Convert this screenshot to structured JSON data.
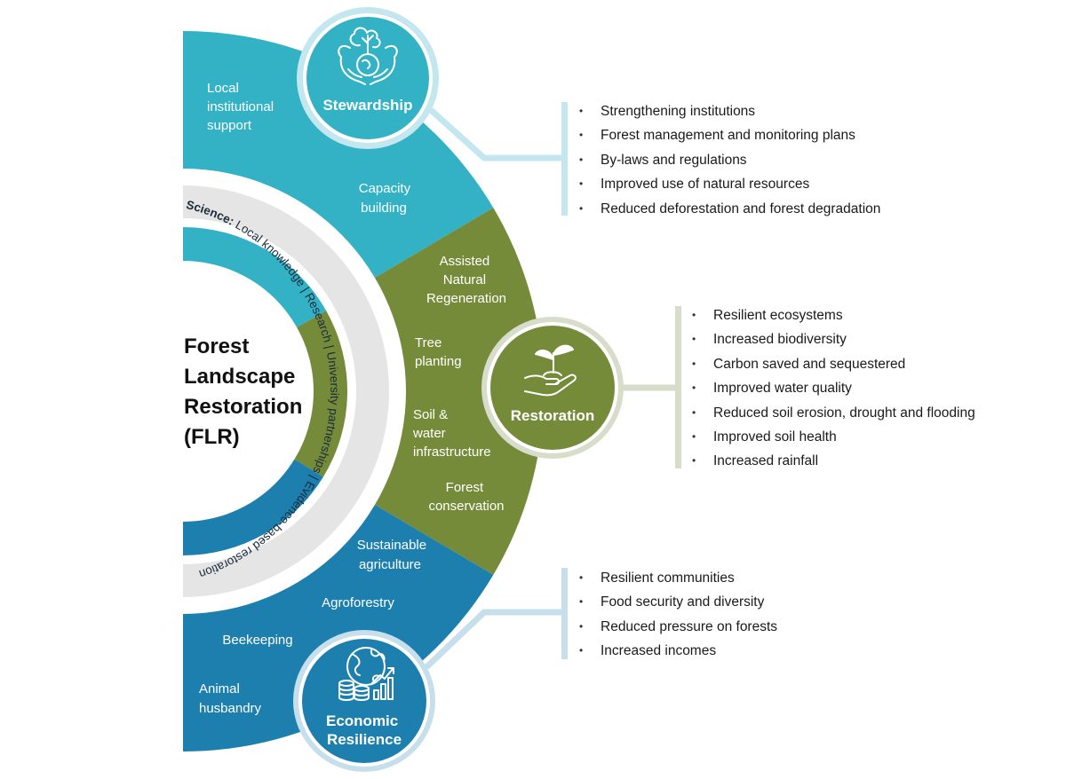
{
  "title": [
    "Forest",
    "Landscape",
    "Restoration",
    "(FLR)"
  ],
  "science_band": {
    "label": "Science:",
    "text": " Local knowledge | Research | University partnerships | Evidence-based restoration"
  },
  "colors": {
    "stewardship": "#33b1c5",
    "restoration": "#768b39",
    "economic": "#1d7fae",
    "band": "#e5e5e5",
    "stewardship_connector": "#c4e6ee",
    "restoration_connector": "#d8dccb",
    "economic_connector": "#c6dfeb"
  },
  "pillars": {
    "stewardship": {
      "name": "Stewardship",
      "icon": "hands-holding-tree-globe-icon",
      "segments": [
        [
          "Local",
          "institutional",
          "support"
        ],
        [
          "Capacity",
          "building"
        ]
      ],
      "outcomes": [
        "Strengthening institutions",
        "Forest management and monitoring plans",
        "By-laws and regulations",
        "Improved use of natural resources",
        "Reduced deforestation and forest degradation"
      ]
    },
    "restoration": {
      "name": "Restoration",
      "icon": "seedling-in-hand-icon",
      "segments": [
        [
          "Assisted",
          "Natural",
          "Regeneration"
        ],
        [
          "Tree",
          "planting"
        ],
        [
          "Soil &",
          "water",
          "infrastructure"
        ],
        [
          "Forest",
          "conservation"
        ]
      ],
      "outcomes": [
        "Resilient ecosystems",
        "Increased biodiversity",
        "Carbon saved and sequestered",
        "Improved water quality",
        "Reduced soil erosion, drought and flooding",
        "Improved soil health",
        "Increased rainfall"
      ]
    },
    "economic": {
      "name": [
        "Economic",
        "Resilience"
      ],
      "icon": "globe-coins-growth-chart-icon",
      "segments": [
        [
          "Sustainable",
          "agriculture"
        ],
        [
          "Agroforestry"
        ],
        [
          "Beekeeping"
        ],
        [
          "Animal",
          "husbandry"
        ]
      ],
      "outcomes": [
        "Resilient communities",
        "Food security and diversity",
        "Reduced pressure on forests",
        "Increased incomes"
      ]
    }
  }
}
